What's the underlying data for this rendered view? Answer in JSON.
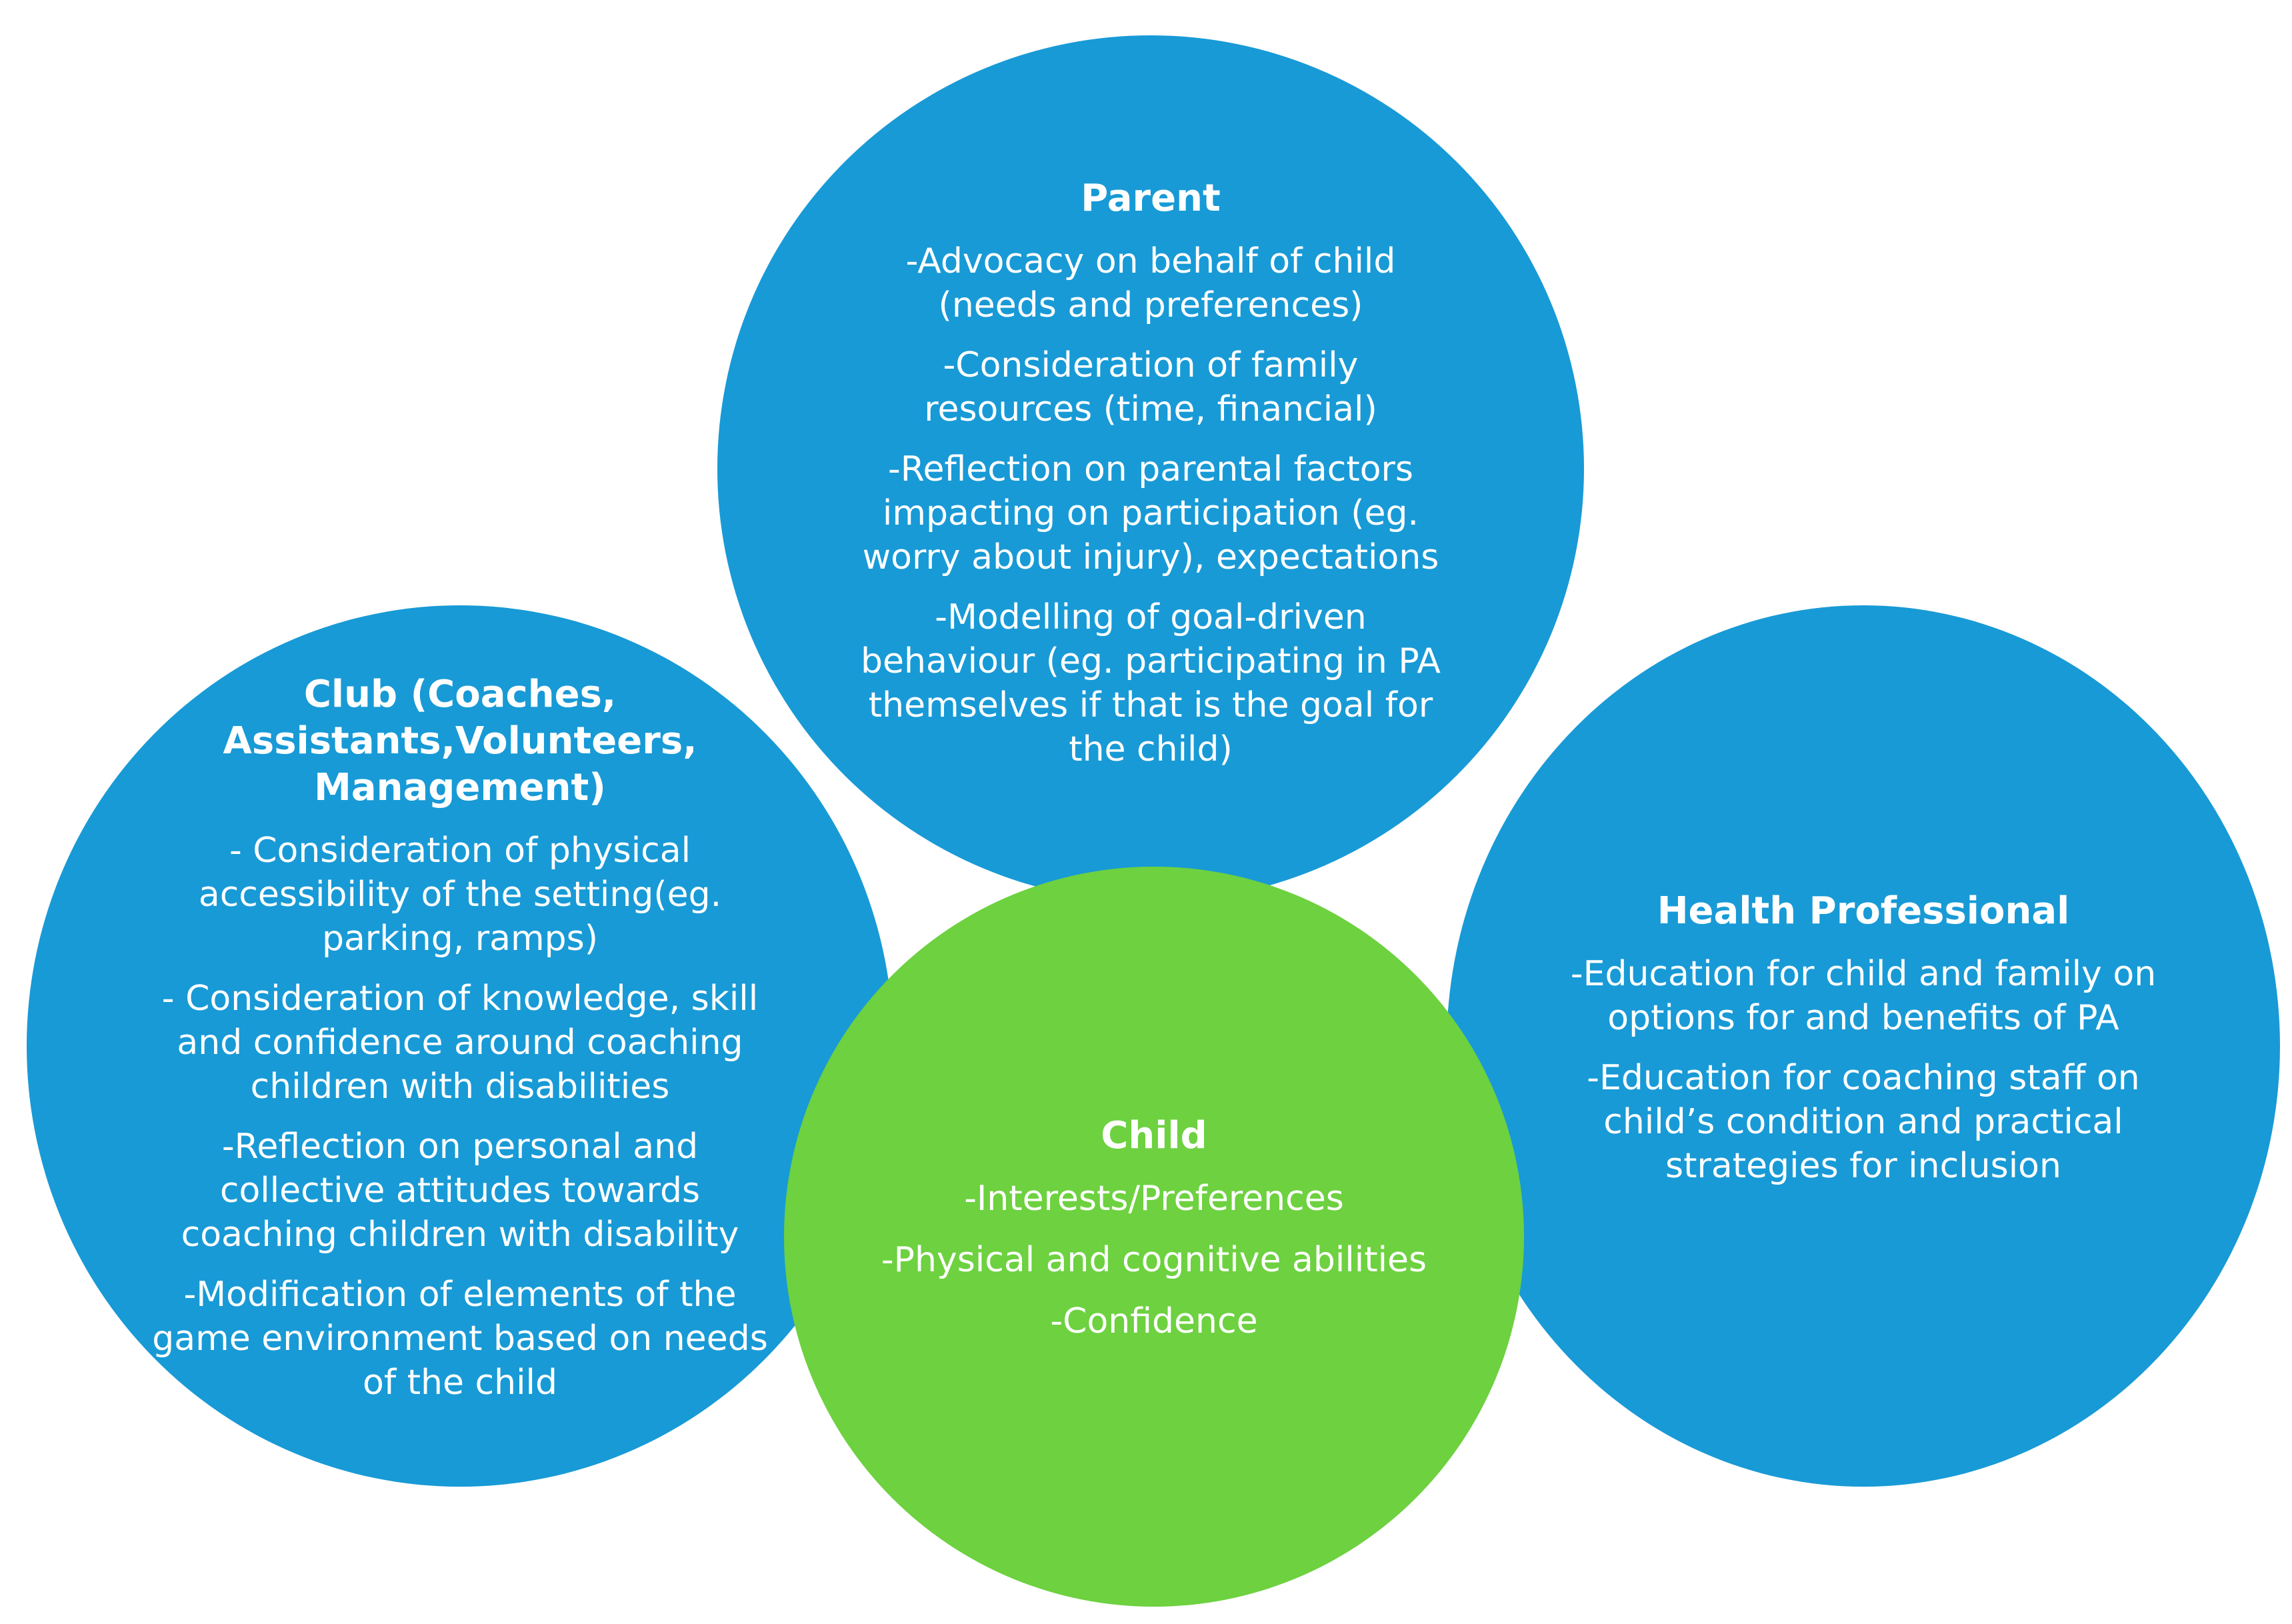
{
  "colors": {
    "blue": "#189ad6",
    "green": "#6dd140",
    "text": "#ffffff",
    "background": "#ffffff"
  },
  "parent": {
    "title": "Parent",
    "items": [
      "-Advocacy on behalf of child (needs and preferences)",
      "-Consideration of family resources (time, financial)",
      "-Reflection on parental factors impacting on participation (eg. worry about injury), expectations",
      "-Modelling of goal-driven behaviour (eg. participating in PA themselves if that is the goal for the child)"
    ]
  },
  "club": {
    "title": "Club (Coaches, Assistants,Volunteers, Management)",
    "items": [
      "- Consideration of physical accessibility of the setting(eg. parking, ramps)",
      "- Consideration of knowledge, skill and confidence around coaching children with disabilities",
      "-Reflection on personal and collective attitudes towards coaching children with disability",
      "-Modification of elements of the game environment based on needs of the child"
    ]
  },
  "health": {
    "title": "Health Professional",
    "items": [
      "-Education for child and family on options for and benefits of PA",
      "-Education for coaching staff on child’s condition and practical strategies for inclusion"
    ]
  },
  "child": {
    "title": "Child",
    "items": [
      "-Interests/Preferences",
      "-Physical and cognitive abilities",
      "-Confidence"
    ]
  }
}
